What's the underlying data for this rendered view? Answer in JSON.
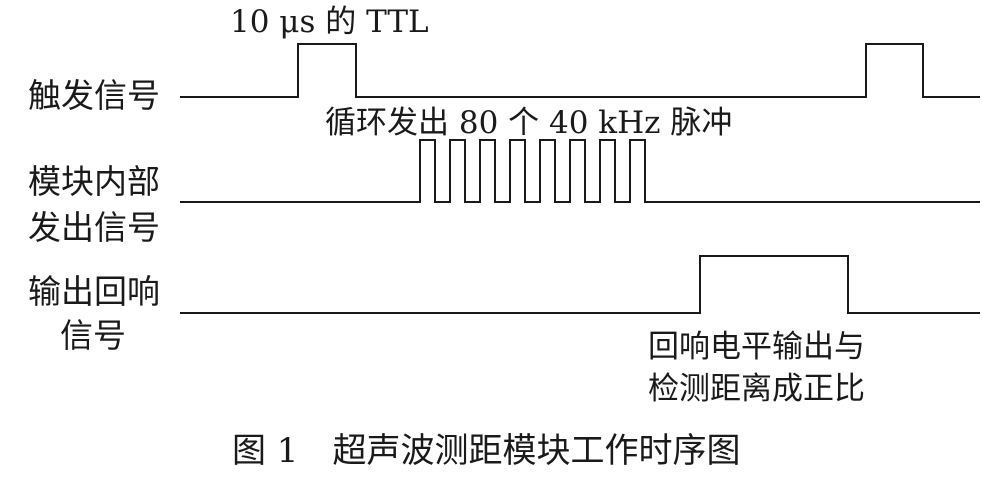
{
  "signals": [
    {
      "label_lines": [
        "触发信号"
      ]
    },
    {
      "label_lines": [
        "模块内部",
        "发出信号"
      ]
    },
    {
      "label_lines": [
        "输出回响",
        "信号"
      ]
    }
  ],
  "annotations": {
    "ttl_pulse": "10 μs 的 TTL",
    "burst": "循环发出 80 个 40 kHz 脉冲",
    "echo_line1": "回响电平输出与",
    "echo_line2": "检测距离成正比"
  },
  "caption": "图 1　超声波测距模块工作时序图",
  "colors": {
    "line": "#1a1a1a",
    "text": "#1a1a1a",
    "background": "#ffffff"
  }
}
